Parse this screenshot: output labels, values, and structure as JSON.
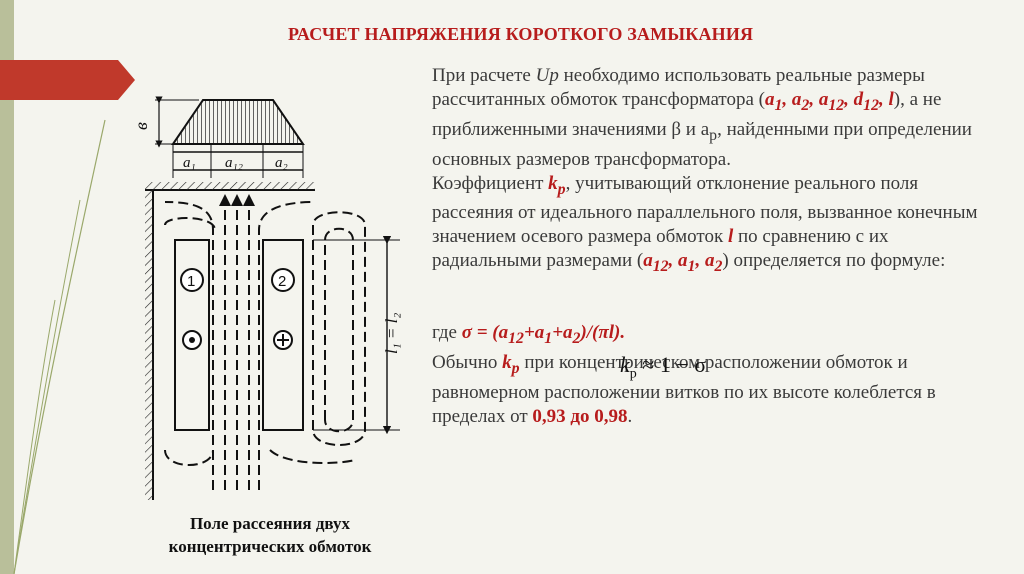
{
  "title": "РАСЧЕТ НАПРЯЖЕНИЯ КОРОТКОГО ЗАМЫКАНИЯ",
  "caption": {
    "line1": "Поле рассеяния двух",
    "line2": "концентрических обмоток"
  },
  "figure_labels": {
    "b": "в",
    "a1": "a₁",
    "a12": "a₁₂",
    "a2": "a₂",
    "winding1": "1",
    "winding2": "2",
    "l": "l₁ = l₂"
  },
  "paragraph1": {
    "t1": "При расчете ",
    "up": "Up",
    "t2": " необходимо использовать реальные размеры рассчитанных обмоток трансформатора (",
    "a1": "a",
    "a1sub": "1",
    "sep1": ", ",
    "a2": "a",
    "a2sub": "2",
    "sep2": ", ",
    "a12": "a",
    "a12sub": "12",
    "sep3": ", ",
    "d12": "d",
    "d12sub": "12",
    "sep4": ", ",
    "l": "l",
    "t3": "), а не приближенными значениями β и a",
    "apsub": "p",
    "t4": ", найденными при определении основных размеров трансформатора."
  },
  "paragraph2": {
    "t1": "Коэффициент ",
    "kp": "k",
    "kpsub": "p",
    "t2": ", учитывающий отклонение реального поля рассеяния от идеального параллельного поля, вызванное конечным значением осевого размера обмоток ",
    "l": "l",
    "t3": " по сравнению с их радиальными размерами (",
    "a12": "a",
    "a12sub": "12",
    "sep1": ", ",
    "a1": "a",
    "a1sub": "1",
    "sep2": ", ",
    "a2": "a",
    "a2sub": "2",
    "t4": ") определяется по формуле:"
  },
  "formula": {
    "k": "k",
    "sub": "p",
    "rest": "≈ 1 − σ"
  },
  "paragraph3": {
    "t1": "где ",
    "expr1": "σ = (a",
    "s12": "12",
    "expr2": "+a",
    "s1": "1",
    "expr3": "+a",
    "s2": "2",
    "expr4": ")/(πl)."
  },
  "paragraph4": {
    "t1": "Обычно ",
    "kp": "k",
    "kpsub": "p",
    "t2": " при концентрическом расположении обмоток и равномерном расположении витков по их высоте колеблется в пределах от ",
    "range": "0,93 до 0,98",
    "t3": "."
  },
  "colors": {
    "accent_red": "#b71c1c",
    "tab_red": "#c0392b",
    "strip": "#b9bf9a"
  }
}
